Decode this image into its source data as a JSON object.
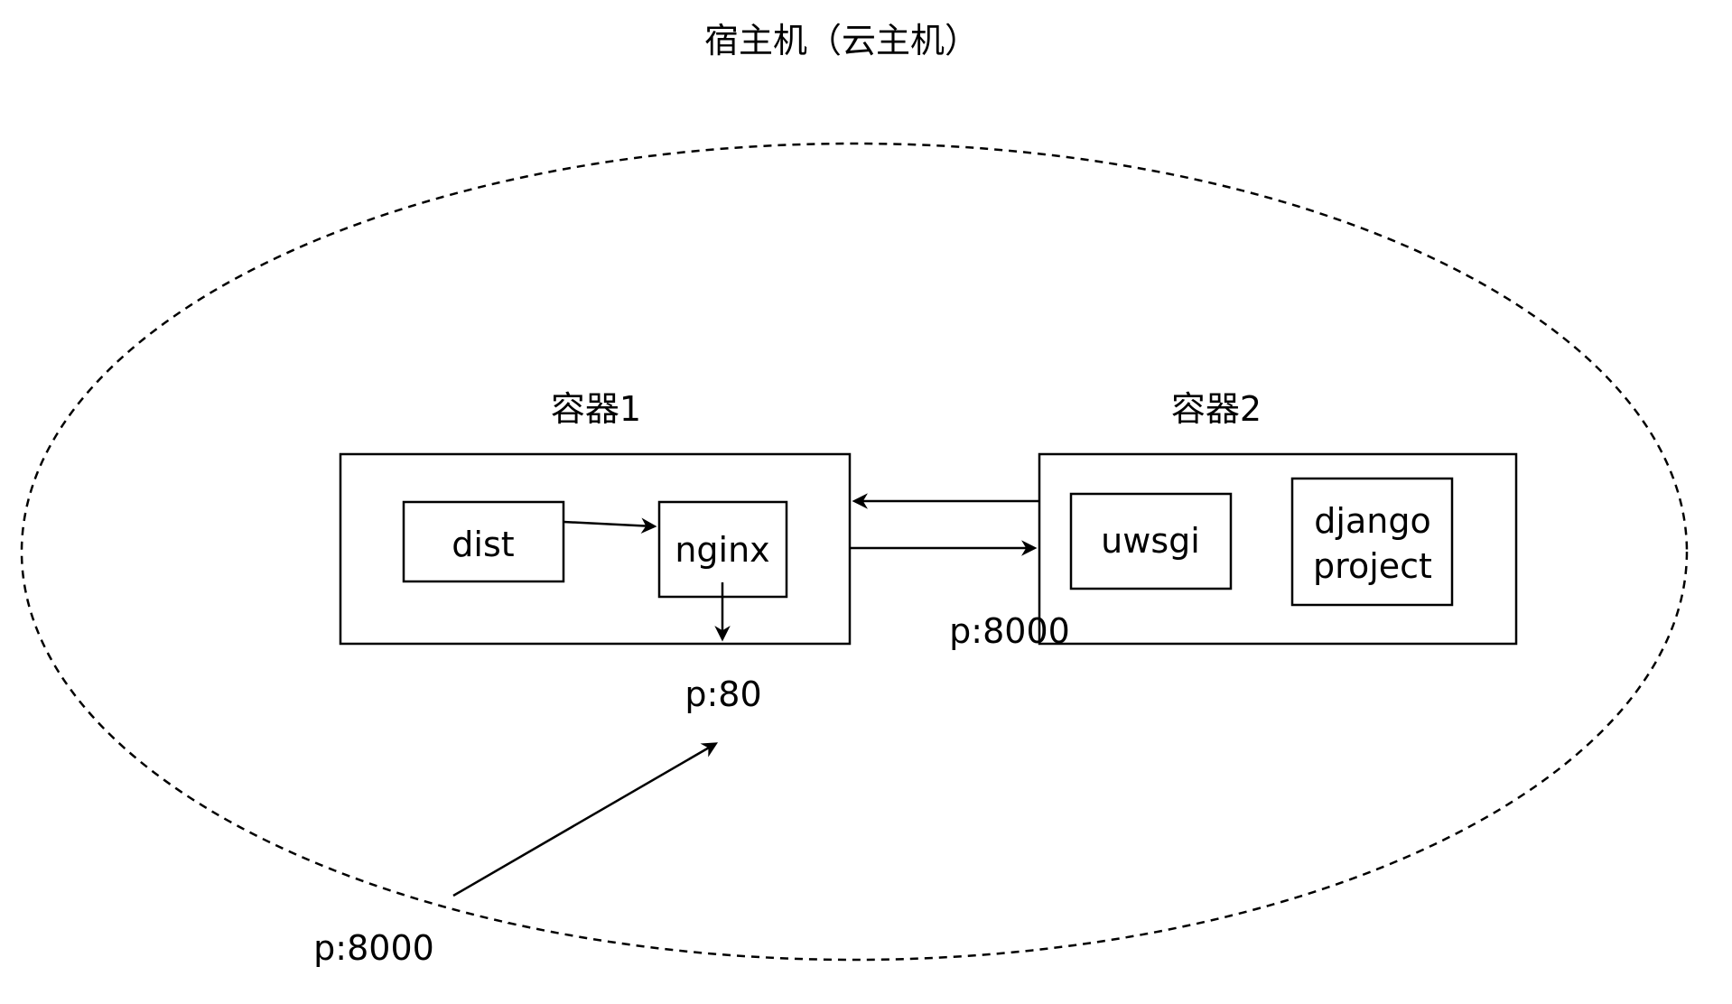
{
  "title": "宿主机（云主机）",
  "host_boundary": {
    "line_style": "dashed",
    "color": "#000000"
  },
  "container1": {
    "label": "容器1",
    "dist": "dist",
    "nginx": "nginx",
    "port": "p:80"
  },
  "container2": {
    "label": "容器2",
    "uwsgi": "uwsgi",
    "django_line1": "django",
    "django_line2": "project",
    "port": "p:8000"
  },
  "host_port": "p:8000",
  "colors": {
    "stroke": "#000000",
    "background": "#ffffff"
  }
}
